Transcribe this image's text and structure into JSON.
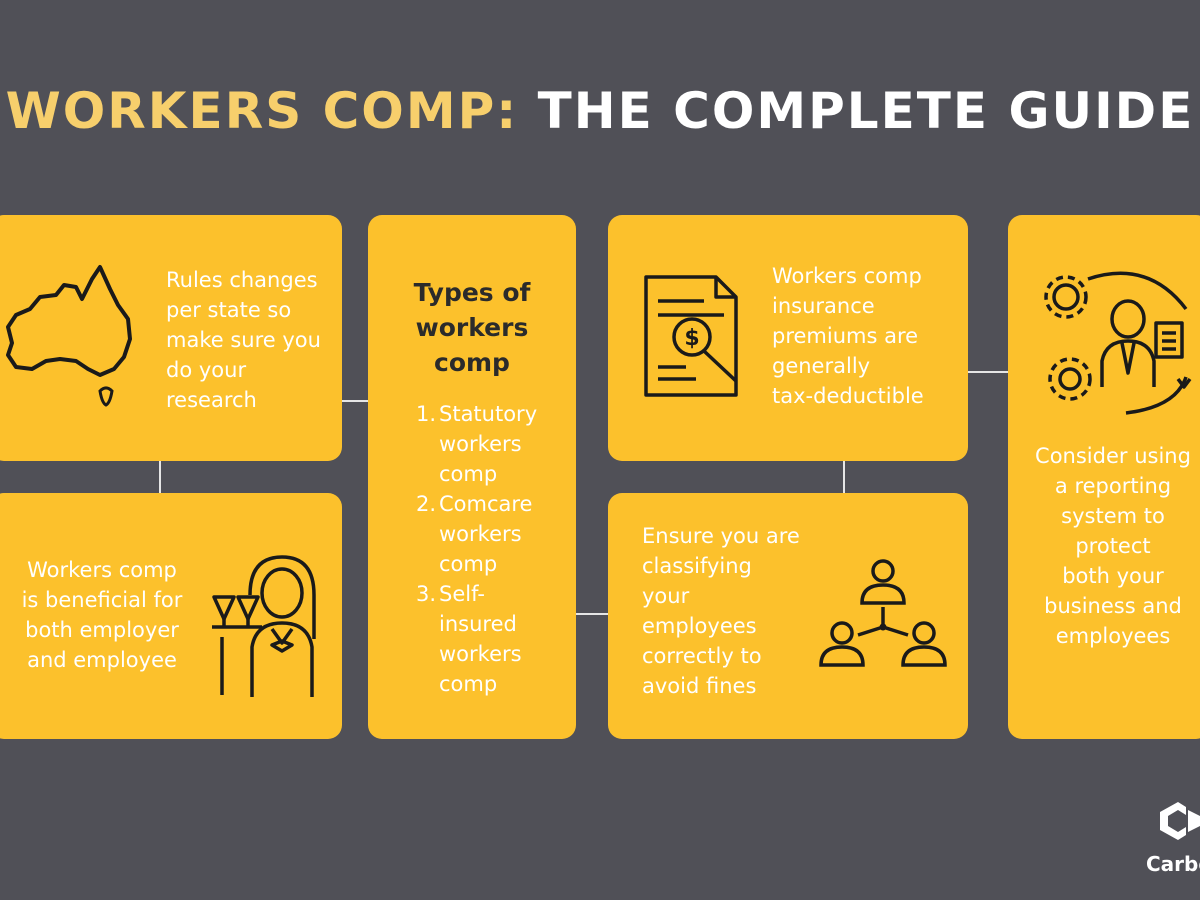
{
  "title": {
    "part1": "WORKERS COMP:",
    "part2": "THE COMPLETE GUIDE"
  },
  "cards": {
    "rules": {
      "text": "Rules changes\nper state so\nmake sure you\ndo your\nresearch",
      "icon": "australia-map-icon"
    },
    "beneficial": {
      "text": "Workers comp\nis beneficial for\nboth employer\nand employee",
      "icon": "waitress-icon"
    },
    "types": {
      "heading": "Types of\nworkers\ncomp",
      "items": [
        {
          "num": "1.",
          "label": "Statutory\nworkers\ncomp"
        },
        {
          "num": "2.",
          "label": "Comcare\nworkers\ncomp"
        },
        {
          "num": "3.",
          "label": "Self-\ninsured\nworkers\ncomp"
        }
      ]
    },
    "tax": {
      "text": "Workers comp\ninsurance\npremiums are\ngenerally\ntax-deductible",
      "icon": "document-dollar-magnifier-icon"
    },
    "classify": {
      "text": "Ensure you are\nclassifying\nyour\nemployees\ncorrectly to\navoid fines",
      "icon": "people-network-icon"
    },
    "reporting": {
      "text": "Consider using\na reporting\nsystem to\nprotect\nboth your\nbusiness and\nemployees",
      "icon": "manager-gears-report-icon"
    }
  },
  "logo": {
    "text": "Carbo",
    "icon": "carbon-logo-icon"
  },
  "colors": {
    "background": "#505057",
    "card": "#fcc12c",
    "title_accent": "#f7cf6c",
    "heading": "#2b2b2b"
  }
}
